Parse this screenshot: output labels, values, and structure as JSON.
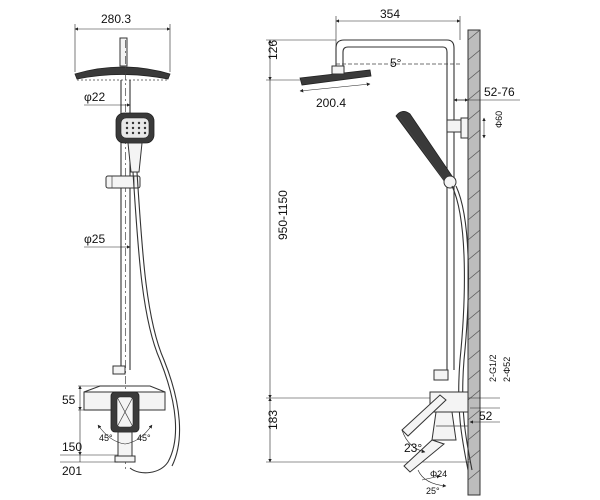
{
  "front_view": {
    "head_diameter": "280.3",
    "handshower_bar_diameter": "φ22",
    "rail_diameter": "φ25",
    "mixer_height": "55",
    "outlet_drop": "150",
    "spout_length": "201",
    "left_angle": "45°",
    "right_angle": "45°"
  },
  "side_view": {
    "arm_reach": "354",
    "head_height": "126",
    "head_tilt": "5°",
    "head_plate": "200.4",
    "wall_gap": "52-76",
    "bracket_diameter": "Φ60",
    "adjustable_height": "950-1150",
    "mixer_inlet_height": "183",
    "inlet_thread": "2-G1/2",
    "escutcheon_diameter": "2-Φ52",
    "inlet_offset": "52",
    "spout_angle": "23°",
    "spout_diameter": "Φ24",
    "spout_tilt": "25°"
  }
}
